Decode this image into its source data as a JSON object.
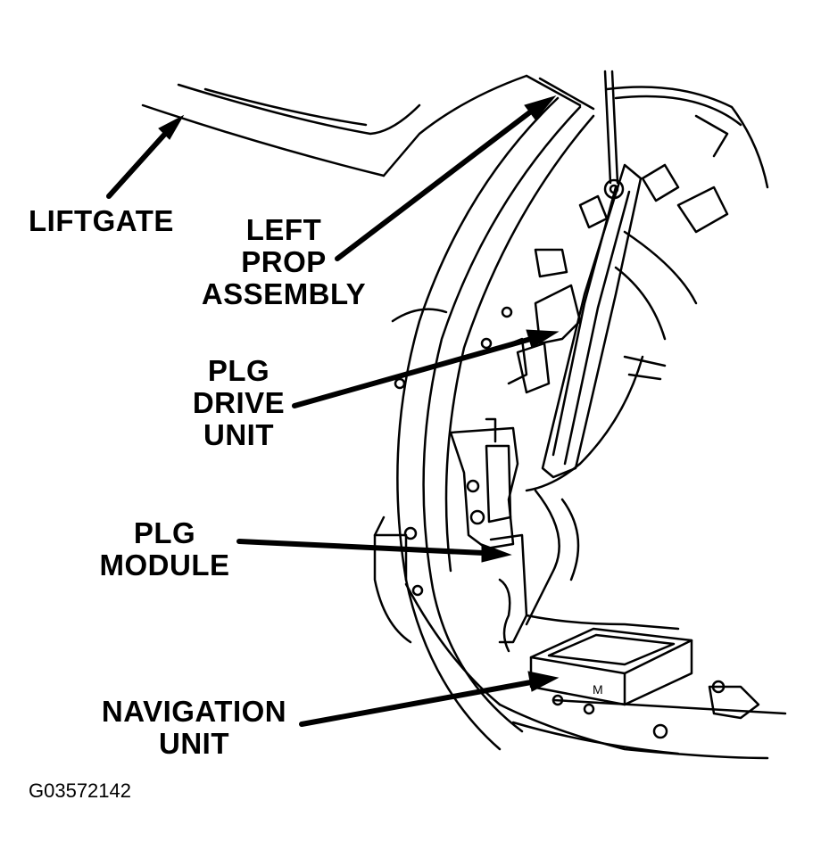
{
  "labels": {
    "liftgate": "LIFTGATE",
    "left_prop": [
      "LEFT",
      "PROP",
      "ASSEMBLY"
    ],
    "plg_drive": [
      "PLG",
      "DRIVE",
      "UNIT"
    ],
    "plg_module": [
      "PLG",
      "MODULE"
    ],
    "navigation": [
      "NAVIGATION",
      "UNIT"
    ],
    "nav_box_marking": "M"
  },
  "figure_id": "G03572142"
}
